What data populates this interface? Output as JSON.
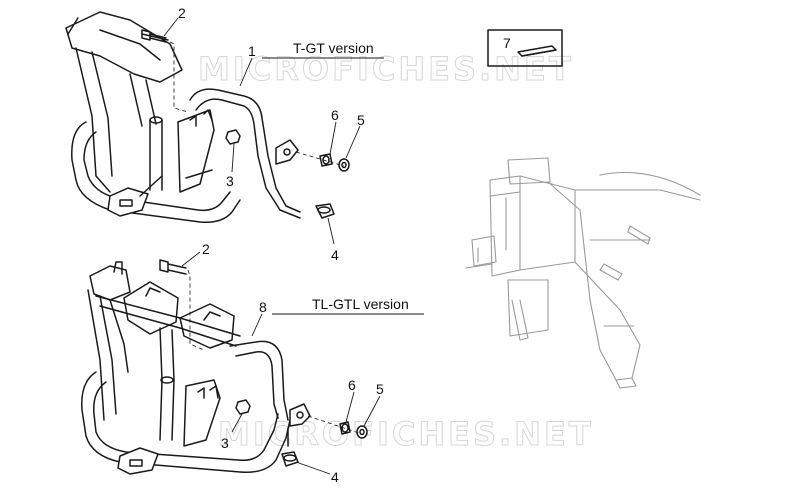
{
  "watermark": "MICROFICHES.NET",
  "versions": {
    "top": "T-GT version",
    "bottom": "TL-GTL version"
  },
  "callouts": {
    "top": {
      "frame": "1",
      "screw": "2",
      "nut": "3",
      "bushing_bottom": "4",
      "washer": "5",
      "spacer": "6"
    },
    "bottom": {
      "frame": "8",
      "screw": "2",
      "nut": "3",
      "bushing_bottom": "4",
      "washer": "5",
      "spacer": "6"
    },
    "kit": "7"
  },
  "colors": {
    "line": "#1a1a1a",
    "ghost": "#9a9a9a",
    "watermark": "#cfcfcf"
  }
}
